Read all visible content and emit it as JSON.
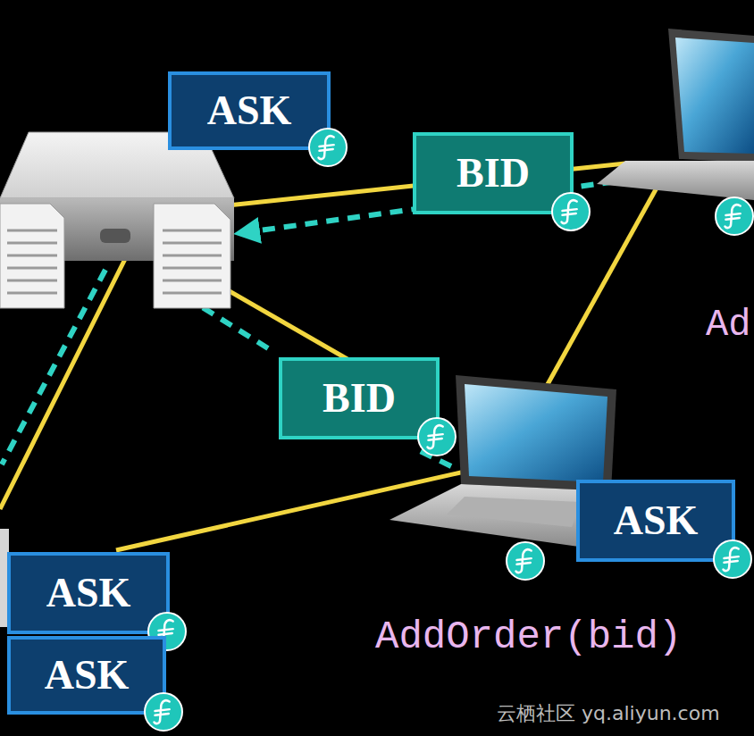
{
  "diagram": {
    "nodes": [
      {
        "text": [
          "ASK"
        ]
      },
      {
        "text": [
          "BID"
        ]
      },
      {
        "text": [
          "BID"
        ]
      },
      {
        "text": [
          "ASK"
        ]
      },
      {
        "text": [
          "ASK"
        ]
      },
      {
        "text": [
          "ASK"
        ]
      }
    ],
    "labels": [
      "Ad",
      "AddOrder(bid)",
      "云栖社区 yq.aliyun.com"
    ]
  }
}
